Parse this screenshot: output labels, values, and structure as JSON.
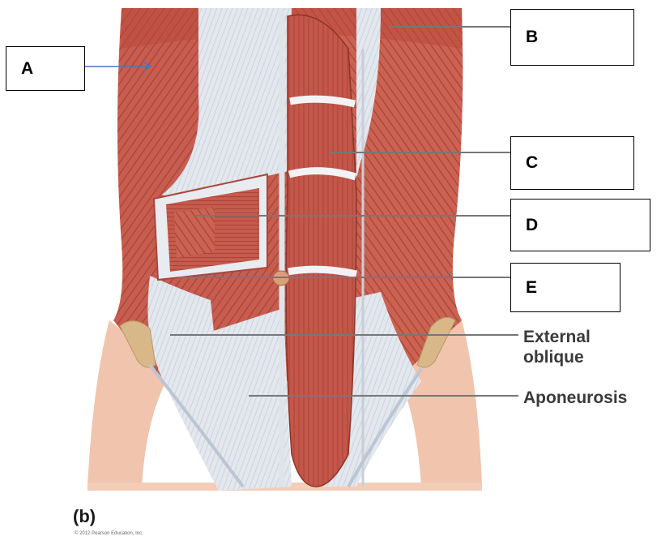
{
  "labels": {
    "a": "A",
    "b": "B",
    "c": "C",
    "d": "D",
    "e": "E"
  },
  "callouts": {
    "external_oblique": "External\noblique",
    "aponeurosis": "Aponeurosis"
  },
  "panel_label": "(b)",
  "copyright": "© 2012 Pearson Education, Inc.",
  "colors": {
    "muscle": "#c4574a",
    "muscle_light": "#d97466",
    "muscle_dark": "#9c3a30",
    "tendon": "#dfe3ea",
    "skin": "#f0c4ad",
    "bone": "#d8b888",
    "leader": "#777777",
    "arrow": "#4a74c4"
  }
}
